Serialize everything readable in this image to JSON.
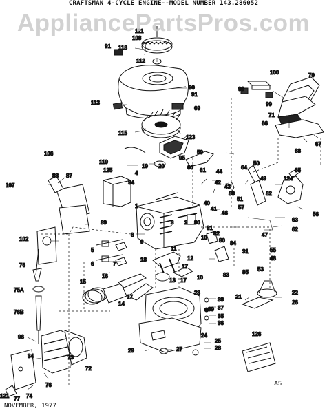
{
  "header": {
    "title": "CRAFTSMAN 4-CYCLE ENGINE--MODEL NUMBER 143.286052",
    "watermark": "AppliancePartsPros.com"
  },
  "footer": {
    "date": "NOVEMBER, 1977",
    "code": "A5"
  },
  "colors": {
    "ink": "#111111",
    "watermark": "#c9c9c9",
    "background": "#ffffff"
  },
  "parts": [
    {
      "id": "p111",
      "label": "111"
    },
    {
      "id": "p108",
      "label": "108"
    },
    {
      "id": "p91a",
      "label": "91"
    },
    {
      "id": "p118",
      "label": "118"
    },
    {
      "id": "p112",
      "label": "112"
    },
    {
      "id": "p100",
      "label": "100"
    },
    {
      "id": "p70",
      "label": "70"
    },
    {
      "id": "p99a",
      "label": "99"
    },
    {
      "id": "p99b",
      "label": "99"
    },
    {
      "id": "p90",
      "label": "90"
    },
    {
      "id": "p91b",
      "label": "91"
    },
    {
      "id": "p113",
      "label": "113"
    },
    {
      "id": "p69",
      "label": "69"
    },
    {
      "id": "p71",
      "label": "71"
    },
    {
      "id": "p66",
      "label": "66"
    },
    {
      "id": "p115",
      "label": "115"
    },
    {
      "id": "p123",
      "label": "123"
    },
    {
      "id": "p68",
      "label": "68"
    },
    {
      "id": "p67",
      "label": "67"
    },
    {
      "id": "p106",
      "label": "106"
    },
    {
      "id": "p119",
      "label": "119"
    },
    {
      "id": "p125",
      "label": "125"
    },
    {
      "id": "p19",
      "label": "19"
    },
    {
      "id": "p20",
      "label": "20"
    },
    {
      "id": "p95",
      "label": "95"
    },
    {
      "id": "p59",
      "label": "59"
    },
    {
      "id": "p4",
      "label": "4"
    },
    {
      "id": "p60",
      "label": "60"
    },
    {
      "id": "p61",
      "label": "61"
    },
    {
      "id": "p44",
      "label": "44"
    },
    {
      "id": "p50",
      "label": "50"
    },
    {
      "id": "p64",
      "label": "64"
    },
    {
      "id": "p65",
      "label": "65"
    },
    {
      "id": "p88",
      "label": "88"
    },
    {
      "id": "p87",
      "label": "87"
    },
    {
      "id": "p107",
      "label": "107"
    },
    {
      "id": "p94",
      "label": "94"
    },
    {
      "id": "p42",
      "label": "42"
    },
    {
      "id": "p43",
      "label": "43"
    },
    {
      "id": "p49",
      "label": "49"
    },
    {
      "id": "p124",
      "label": "124"
    },
    {
      "id": "p58",
      "label": "58"
    },
    {
      "id": "p51",
      "label": "51"
    },
    {
      "id": "p52",
      "label": "52"
    },
    {
      "id": "p57",
      "label": "57"
    },
    {
      "id": "p40",
      "label": "40"
    },
    {
      "id": "p41",
      "label": "41"
    },
    {
      "id": "p1",
      "label": "1"
    },
    {
      "id": "p56",
      "label": "56"
    },
    {
      "id": "p63",
      "label": "63"
    },
    {
      "id": "p62",
      "label": "62"
    },
    {
      "id": "p89",
      "label": "89"
    },
    {
      "id": "p46",
      "label": "46"
    },
    {
      "id": "p80a",
      "label": "80"
    },
    {
      "id": "p3",
      "label": "3"
    },
    {
      "id": "p2",
      "label": "2"
    },
    {
      "id": "p81",
      "label": "81"
    },
    {
      "id": "p80b",
      "label": "80"
    },
    {
      "id": "p82",
      "label": "82"
    },
    {
      "id": "p47",
      "label": "47"
    },
    {
      "id": "p102",
      "label": "102"
    },
    {
      "id": "p8",
      "label": "8"
    },
    {
      "id": "p9",
      "label": "9"
    },
    {
      "id": "p10",
      "label": "10"
    },
    {
      "id": "p84",
      "label": "84"
    },
    {
      "id": "p55",
      "label": "55"
    },
    {
      "id": "p11",
      "label": "11"
    },
    {
      "id": "p31",
      "label": "31"
    },
    {
      "id": "p48",
      "label": "48"
    },
    {
      "id": "p5",
      "label": "5"
    },
    {
      "id": "p6",
      "label": "6"
    },
    {
      "id": "p7",
      "label": "7"
    },
    {
      "id": "p18",
      "label": "18"
    },
    {
      "id": "p12",
      "label": "12"
    },
    {
      "id": "p76",
      "label": "76"
    },
    {
      "id": "p17a",
      "label": "17"
    },
    {
      "id": "p83",
      "label": "83"
    },
    {
      "id": "p85",
      "label": "85"
    },
    {
      "id": "p53",
      "label": "53"
    },
    {
      "id": "p15",
      "label": "15"
    },
    {
      "id": "p16",
      "label": "16"
    },
    {
      "id": "p13",
      "label": "13"
    },
    {
      "id": "p17b",
      "label": "17"
    },
    {
      "id": "p10b",
      "label": "10"
    },
    {
      "id": "p75a",
      "label": "75A"
    },
    {
      "id": "p14",
      "label": "14"
    },
    {
      "id": "p17c",
      "label": "17"
    },
    {
      "id": "p23",
      "label": "23"
    },
    {
      "id": "p38",
      "label": "38"
    },
    {
      "id": "p21",
      "label": "21"
    },
    {
      "id": "p22",
      "label": "22"
    },
    {
      "id": "p39",
      "label": "39"
    },
    {
      "id": "p26",
      "label": "26"
    },
    {
      "id": "p37",
      "label": "37"
    },
    {
      "id": "p76b",
      "label": "76B"
    },
    {
      "id": "p35",
      "label": "35"
    },
    {
      "id": "p36",
      "label": "36"
    },
    {
      "id": "p126",
      "label": "126"
    },
    {
      "id": "p96",
      "label": "96"
    },
    {
      "id": "p24",
      "label": "24"
    },
    {
      "id": "p25",
      "label": "25"
    },
    {
      "id": "p34",
      "label": "34"
    },
    {
      "id": "p29",
      "label": "29"
    },
    {
      "id": "p27",
      "label": "27"
    },
    {
      "id": "p28",
      "label": "28"
    },
    {
      "id": "p73",
      "label": "73"
    },
    {
      "id": "p72",
      "label": "72"
    },
    {
      "id": "p76c",
      "label": "76"
    },
    {
      "id": "p121",
      "label": "121"
    },
    {
      "id": "p77",
      "label": "77"
    },
    {
      "id": "p74",
      "label": "74"
    }
  ]
}
